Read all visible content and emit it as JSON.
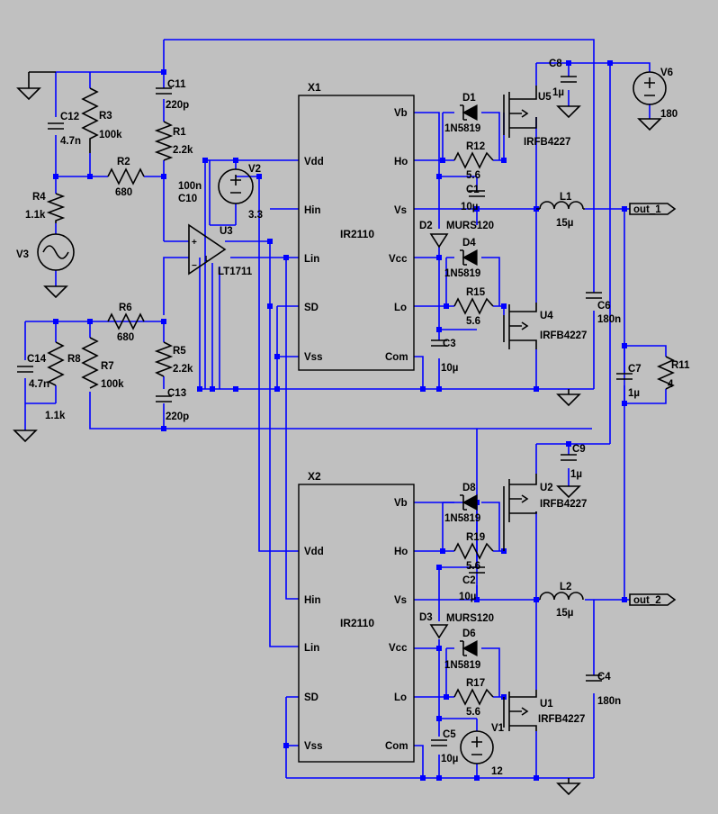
{
  "title": "",
  "ics": {
    "x1_ref": "X1",
    "x1_part": "IR2110",
    "x2_ref": "X2",
    "x2_part": "IR2110",
    "u3_ref": "U3",
    "u3_part": "LT1711"
  },
  "pins": {
    "vb": "Vb",
    "ho": "Ho",
    "vs": "Vs",
    "vcc": "Vcc",
    "lo": "Lo",
    "com": "Com",
    "vdd": "Vdd",
    "hin": "Hin",
    "lin": "Lin",
    "sd": "SD",
    "vss": "Vss"
  },
  "sources": {
    "v1": "V1",
    "v1_val": "12",
    "v2": "V2",
    "v2_val": "3.3",
    "v3": "V3",
    "v6": "V6",
    "v6_val": "180"
  },
  "resistors": {
    "r1": "R1",
    "r1_val": "2.2k",
    "r2": "R2",
    "r2_val": "680",
    "r3": "R3",
    "r3_val": "100k",
    "r4": "R4",
    "r4_val": "1.1k",
    "r5": "R5",
    "r5_val": "2.2k",
    "r6": "R6",
    "r6_val": "680",
    "r7": "R7",
    "r7_val": "100k",
    "r8": "R8",
    "r8_val": "1.1k",
    "r11": "R11",
    "r11_val": "4",
    "r12": "R12",
    "r12_val": "5.6",
    "r15": "R15",
    "r15_val": "5.6",
    "r17": "R17",
    "r17_val": "5.6",
    "r19": "R19",
    "r19_val": "5.6"
  },
  "capacitors": {
    "c1": "C1",
    "c1_val": "10µ",
    "c2": "C2",
    "c2_val": "10µ",
    "c3": "C3",
    "c3_val": "10µ",
    "c4": "C4",
    "c4_val": "180n",
    "c5": "C5",
    "c5_val": "10µ",
    "c6": "C6",
    "c6_val": "180n",
    "c7": "C7",
    "c7_val": "1µ",
    "c8": "C8",
    "c8_val": "1µ",
    "c9": "C9",
    "c9_val": "1µ",
    "c10": "C10",
    "c10_val": "100n",
    "c11": "C11",
    "c11_val": "220p",
    "c12": "C12",
    "c12_val": "4.7n",
    "c13": "C13",
    "c13_val": "220p",
    "c14": "C14",
    "c14_val": "4.7n"
  },
  "diodes": {
    "d1": "D1",
    "d4": "D4",
    "d6": "D6",
    "d8": "D8",
    "schottky": "1N5819",
    "d2": "D2",
    "d3": "D3",
    "fast": "MURS120"
  },
  "inductors": {
    "l1": "L1",
    "l1_val": "15µ",
    "l2": "L2",
    "l2_val": "15µ"
  },
  "mosfets": {
    "u1": "U1",
    "u2": "U2",
    "u4": "U4",
    "u5": "U5",
    "part": "IRFB4227"
  },
  "outputs": {
    "out1": "out_1",
    "out2": "out_2"
  },
  "colors": {
    "background": "#c0c0c0",
    "wire": "#0000ff",
    "symbol": "#000000"
  }
}
